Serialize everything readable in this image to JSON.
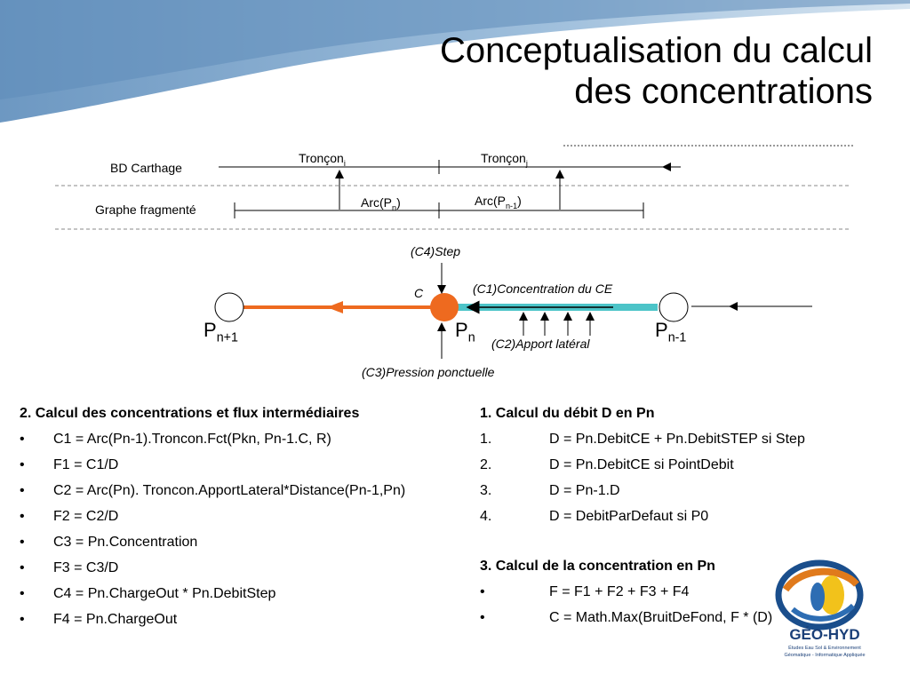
{
  "title": {
    "line1": "Conceptualisation du calcul",
    "line2": "des concentrations"
  },
  "diagram": {
    "bd_carthage": "BD Carthage",
    "graphe_fragmente": "Graphe fragmenté",
    "troncon_i": "Tronçon",
    "troncon_i_sub": "i",
    "troncon_j": "Tronçon",
    "troncon_j_sub": "j",
    "arc_pn": "Arc(P",
    "arc_pn_sub": "n",
    "arc_pn_close": ")",
    "arc_pn1": "Arc(P",
    "arc_pn1_sub": "n-1",
    "arc_pn1_close": ")",
    "c4": "(C4)Step",
    "c": "C",
    "c1": "(C1)Concentration du CE",
    "c2": "(C2)Apport latéral",
    "c3": "(C3)Pression ponctuelle",
    "p_next": "P",
    "p_next_sub": "n+1",
    "p_cur": "P",
    "p_cur_sub": "n",
    "p_prev": "P",
    "p_prev_sub": "n-1",
    "colors": {
      "orange": "#ee6a1f",
      "cyan": "#4cc4c8"
    }
  },
  "section2": {
    "heading": "2. Calcul des concentrations et flux intermédiaires",
    "bullet": "•",
    "items": [
      "C1 = Arc(Pn-1).Troncon.Fct(Pkn, Pn-1.C, R)",
      "F1 = C1/D",
      "C2 = Arc(Pn). Troncon.ApportLateral*Distance(Pn-1,Pn)",
      "F2 = C2/D",
      "C3 = Pn.Concentration",
      "F3 = C3/D",
      "C4 = Pn.ChargeOut * Pn.DebitStep",
      "F4 = Pn.ChargeOut"
    ]
  },
  "section1": {
    "heading": "1. Calcul du débit D en Pn",
    "items": [
      {
        "num": "1.",
        "text": "D = Pn.DebitCE + Pn.DebitSTEP si Step"
      },
      {
        "num": "2.",
        "text": "D = Pn.DebitCE si PointDebit"
      },
      {
        "num": "3.",
        "text": "D = Pn-1.D"
      },
      {
        "num": "4.",
        "text": "D = DebitParDefaut si P0"
      }
    ]
  },
  "section3": {
    "heading": "3. Calcul de la concentration en Pn",
    "items": [
      {
        "num": "•",
        "text": "F = F1 + F2 + F3 + F4"
      },
      {
        "num": "•",
        "text": "C = Math.Max(BruitDeFond, F * (D)"
      }
    ]
  },
  "logo": {
    "name": "GÉO-HYD",
    "line1": "Études Eau Sol & Environnement",
    "line2": "Géomatique - Informatique Appliquée"
  }
}
